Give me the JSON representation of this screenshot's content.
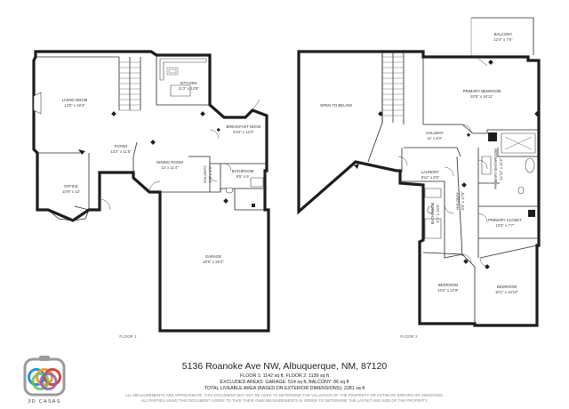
{
  "floor1": {
    "label": "FLOOR 1",
    "rooms": [
      {
        "key": "living",
        "name": "LIVING ROOM",
        "dims": "13'8\" x 19'4\""
      },
      {
        "key": "kitchen",
        "name": "KITCHEN",
        "dims": "11'3\" x 13'8\""
      },
      {
        "key": "breakfast",
        "name": "BREAKFAST NOOK",
        "dims": "9'10\" x 12'2\""
      },
      {
        "key": "foyer",
        "name": "FOYER",
        "dims": "13'2\" x 11'5\""
      },
      {
        "key": "dining",
        "name": "DINING ROOM",
        "dims": "12' x 11'4\""
      },
      {
        "key": "office",
        "name": "OFFICE",
        "dims": "10'8\" x 12'"
      },
      {
        "key": "hallway",
        "name": "HALLWAY",
        "dims": "3'6\" x 4'3\""
      },
      {
        "key": "bathroom",
        "name": "BATHROOM",
        "dims": "9'5\" x 5'"
      },
      {
        "key": "garage",
        "name": "GARAGE",
        "dims": "20'6\" x 26'2\""
      }
    ]
  },
  "floor2": {
    "label": "FLOOR 2",
    "rooms": [
      {
        "key": "balcony",
        "name": "BALCONY",
        "dims": "12'4\" x 7'6\""
      },
      {
        "key": "open",
        "name": "OPEN TO BELOW",
        "dims": ""
      },
      {
        "key": "primary",
        "name": "PRIMARY BEDROOM",
        "dims": "20'5\" x 16'11\""
      },
      {
        "key": "hallway_a",
        "name": "HALLWAY",
        "dims": "11' x 6'3\""
      },
      {
        "key": "laundry",
        "name": "LAUNDRY",
        "dims": "9'11\" x 8'5\""
      },
      {
        "key": "prim_bath",
        "name": "PRIMARY BATHROOM",
        "dims": "11'11\" x 11'2\""
      },
      {
        "key": "bathroom",
        "name": "BATHROOM",
        "dims": "9'1\" x 15'5\""
      },
      {
        "key": "hallway_b",
        "name": "HALLWAY",
        "dims": "3'6\" x 17'5\""
      },
      {
        "key": "prim_closet",
        "name": "PRIMARY CLOSET",
        "dims": "10'5\" x 7'7\""
      },
      {
        "key": "bedroom_a",
        "name": "BEDROOM",
        "dims": "10'2\" x 12'9\""
      },
      {
        "key": "bedroom_b",
        "name": "BEDROOM",
        "dims": "10'1\" x 12'10\""
      }
    ]
  },
  "address": "5136 Roanoke Ave NW, Albuquerque, NM, 87120",
  "stats": [
    "FLOOR 1: 1142 sq ft, FLOOR 2: 1139 sq ft",
    "EXCLUDED AREAS: GARAGE: 514 sq ft, BALCONY: 86 sq ft",
    "TOTAL LIVEABLE AREA (BASED ON EXTERIOR DIMENSIONS): 2281 sq ft"
  ],
  "disclaimer": [
    "ALL MEASUREMENTS ARE APPROXIMATE. THIS DOCUMENT MAY NOT BE USED TO DETERMINE THE VALUATION OF THE PROPERTY OR ESTIMATE ERRORS OR OMISSIONS.",
    "ALL PARTIES USING THIS DOCUMENT AGREE TO TAKE THEIR OWN MEASUREMENTS IN ORDER TO DETERMINE THE LAYOUT AND SIZE OF THE PROPERTY."
  ],
  "logo": {
    "text": "3D CASAS",
    "icon": "camera-rings-logo",
    "colors": [
      "#2b8fd6",
      "#e8a23a",
      "#d8473f",
      "#6bbf59",
      "#8a5db0"
    ]
  }
}
